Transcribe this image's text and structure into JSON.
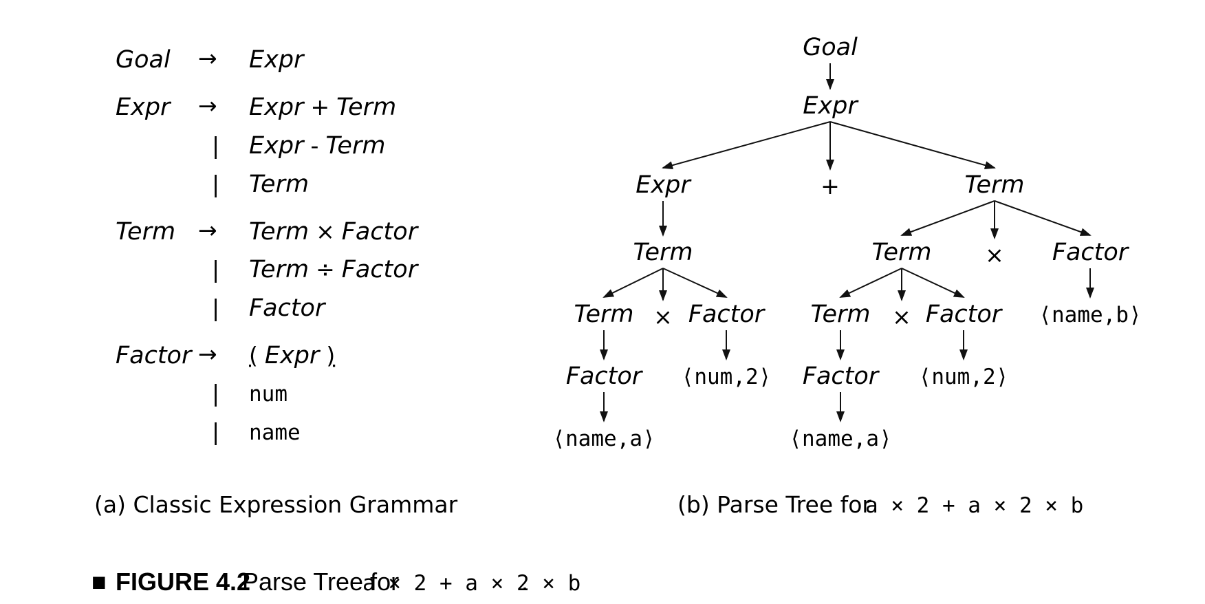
{
  "grammar": {
    "rules": [
      {
        "lhs": "Goal",
        "arrow": "→",
        "rhs": [
          [
            {
              "t": "Expr",
              "s": "it"
            }
          ]
        ]
      },
      {
        "lhs": "Expr",
        "arrow": "→",
        "rhs": [
          [
            {
              "t": "Expr",
              "s": "it"
            },
            {
              "t": "+",
              "s": "sym"
            },
            {
              "t": "Term",
              "s": "it"
            }
          ],
          [
            {
              "t": "Expr",
              "s": "it"
            },
            {
              "t": "-",
              "s": "sym"
            },
            {
              "t": "Term",
              "s": "it"
            }
          ],
          [
            {
              "t": "Term",
              "s": "it"
            }
          ]
        ]
      },
      {
        "lhs": "Term",
        "arrow": "→",
        "rhs": [
          [
            {
              "t": "Term",
              "s": "it"
            },
            {
              "t": "×",
              "s": "sym"
            },
            {
              "t": "Factor",
              "s": "it"
            }
          ],
          [
            {
              "t": "Term",
              "s": "it"
            },
            {
              "t": "÷",
              "s": "sym"
            },
            {
              "t": "Factor",
              "s": "it"
            }
          ],
          [
            {
              "t": "Factor",
              "s": "it"
            }
          ]
        ]
      },
      {
        "lhs": "Factor",
        "arrow": "→",
        "rhs": [
          [
            {
              "t": "(",
              "s": "sym",
              "u": true
            },
            {
              "t": "Expr",
              "s": "it"
            },
            {
              "t": ")",
              "s": "sym",
              "u": true
            }
          ],
          [
            {
              "t": "num",
              "s": "mono"
            }
          ],
          [
            {
              "t": "name",
              "s": "mono"
            }
          ]
        ]
      }
    ],
    "alt_bar": "|"
  },
  "tree": {
    "nodes": [
      {
        "id": "n_goal",
        "label": "Goal",
        "s": "it"
      },
      {
        "id": "n_expr",
        "label": "Expr",
        "s": "it"
      },
      {
        "id": "n_expr2",
        "label": "Expr",
        "s": "it"
      },
      {
        "id": "n_plus",
        "label": "+",
        "s": "sym"
      },
      {
        "id": "n_term_r",
        "label": "Term",
        "s": "it"
      },
      {
        "id": "n_term_l",
        "label": "Term",
        "s": "it"
      },
      {
        "id": "n_term_ll",
        "label": "Term",
        "s": "it"
      },
      {
        "id": "n_times1",
        "label": "×",
        "s": "sym"
      },
      {
        "id": "n_fac_l",
        "label": "Factor",
        "s": "it"
      },
      {
        "id": "n_term_rl",
        "label": "Term",
        "s": "it"
      },
      {
        "id": "n_times3",
        "label": "×",
        "s": "sym"
      },
      {
        "id": "n_fac_r",
        "label": "Factor",
        "s": "it"
      },
      {
        "id": "n_term_rll",
        "label": "Term",
        "s": "it"
      },
      {
        "id": "n_times2",
        "label": "×",
        "s": "sym"
      },
      {
        "id": "n_fac_rl",
        "label": "Factor",
        "s": "it"
      },
      {
        "id": "n_fac_lll",
        "label": "Factor",
        "s": "it"
      },
      {
        "id": "n_num_l",
        "label": "⟨num,2⟩",
        "s": "mono"
      },
      {
        "id": "n_fac_rll",
        "label": "Factor",
        "s": "it"
      },
      {
        "id": "n_num_r",
        "label": "⟨num,2⟩",
        "s": "mono"
      },
      {
        "id": "n_name_b",
        "label": "⟨name,b⟩",
        "s": "mono"
      },
      {
        "id": "n_name_a1",
        "label": "⟨name,a⟩",
        "s": "mono"
      },
      {
        "id": "n_name_a2",
        "label": "⟨name,a⟩",
        "s": "mono"
      }
    ],
    "edges": [
      [
        "n_goal",
        "n_expr"
      ],
      [
        "n_expr",
        "n_expr2"
      ],
      [
        "n_expr",
        "n_plus"
      ],
      [
        "n_expr",
        "n_term_r"
      ],
      [
        "n_expr2",
        "n_term_l"
      ],
      [
        "n_term_l",
        "n_term_ll"
      ],
      [
        "n_term_l",
        "n_times1"
      ],
      [
        "n_term_l",
        "n_fac_l"
      ],
      [
        "n_term_ll",
        "n_fac_lll"
      ],
      [
        "n_fac_lll",
        "n_name_a1"
      ],
      [
        "n_fac_l",
        "n_num_l"
      ],
      [
        "n_term_r",
        "n_term_rl"
      ],
      [
        "n_term_r",
        "n_times3"
      ],
      [
        "n_term_r",
        "n_fac_r"
      ],
      [
        "n_term_rl",
        "n_term_rll"
      ],
      [
        "n_term_rl",
        "n_times2"
      ],
      [
        "n_term_rl",
        "n_fac_rl"
      ],
      [
        "n_term_rll",
        "n_fac_rll"
      ],
      [
        "n_fac_rll",
        "n_name_a2"
      ],
      [
        "n_fac_rl",
        "n_num_r"
      ],
      [
        "n_fac_r",
        "n_name_b"
      ]
    ]
  },
  "captions": {
    "a": "(a) Classic Expression Grammar",
    "b_prefix": "(b) Parse Tree for",
    "b_expr": "a × 2 + a × 2 × b"
  },
  "figure": {
    "marker": "■",
    "label": "FIGURE 4.2",
    "text": "Parse Tree for",
    "expr": "a × 2 + a × 2 × b",
    "end": "."
  }
}
